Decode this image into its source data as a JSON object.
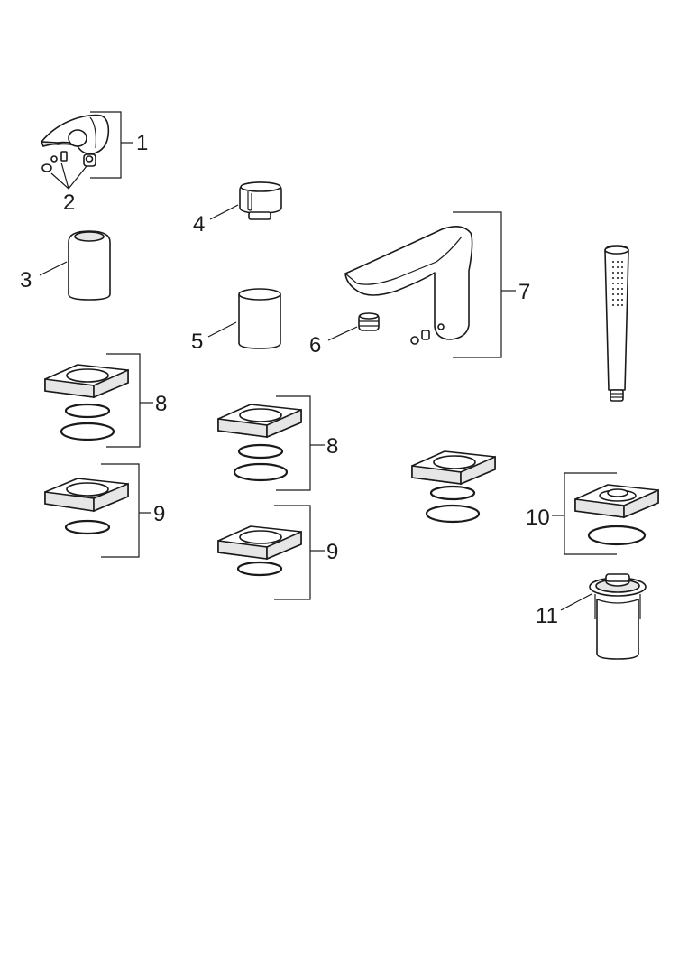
{
  "callouts": {
    "c1": "1",
    "c2": "2",
    "c3": "3",
    "c4": "4",
    "c5": "5",
    "c6": "6",
    "c7": "7",
    "c8a": "8",
    "c8b": "8",
    "c9a": "9",
    "c9b": "9",
    "c10": "10",
    "c11": "11"
  },
  "colors": {
    "line": "#1a1a1a",
    "background": "#ffffff",
    "shade": "#e6e6e6"
  }
}
